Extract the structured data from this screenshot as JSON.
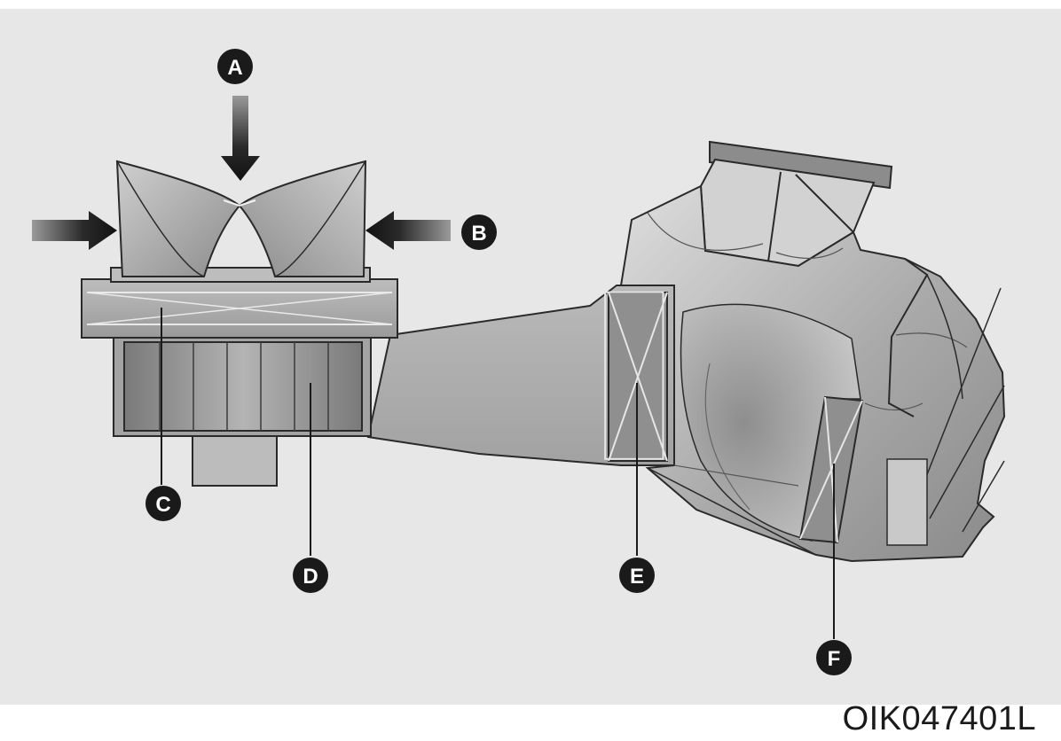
{
  "figure_code": "OIK047401L",
  "callouts": {
    "a": "A",
    "b": "B",
    "c": "C",
    "d": "D",
    "e": "E",
    "f": "F"
  },
  "colors": {
    "background_panel": "#e7e7e7",
    "page": "#ffffff",
    "callout_fill": "#1a1a1a",
    "outline": "#2a2a2a"
  }
}
